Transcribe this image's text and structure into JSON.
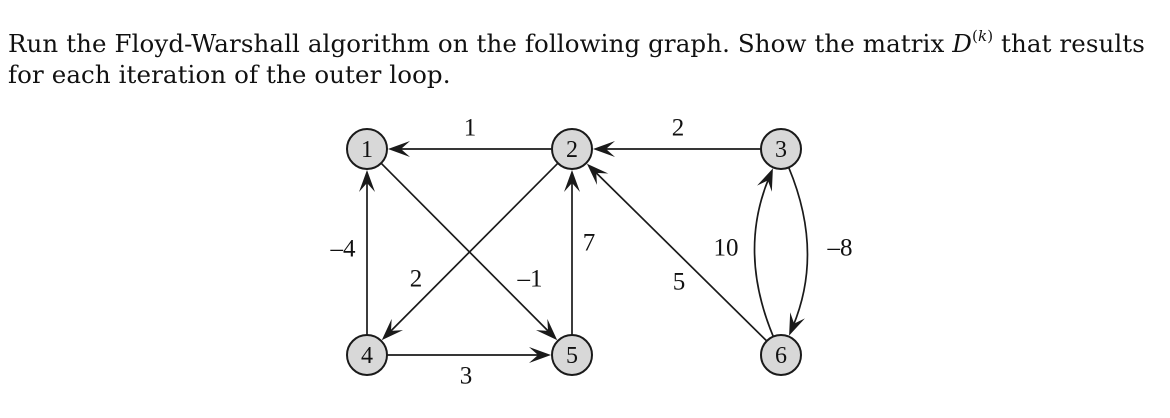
{
  "problem": {
    "text_before_math": "Run the Floyd-Warshall algorithm on the following graph. Show the matrix ",
    "math_symbol": "D",
    "math_superscript_open": "(",
    "math_superscript_var": "k",
    "math_superscript_close": ")",
    "text_after_math": " that results for each iteration of the outer loop."
  },
  "graph": {
    "colors": {
      "node_fill": "#d8d8d8",
      "node_stroke": "#1a1a1a",
      "edge": "#1a1a1a",
      "text": "#111111"
    },
    "nodes": [
      {
        "id": "1",
        "label": "1"
      },
      {
        "id": "2",
        "label": "2"
      },
      {
        "id": "3",
        "label": "3"
      },
      {
        "id": "4",
        "label": "4"
      },
      {
        "id": "5",
        "label": "5"
      },
      {
        "id": "6",
        "label": "6"
      }
    ],
    "edges": [
      {
        "from": "2",
        "to": "1",
        "weight": "1"
      },
      {
        "from": "3",
        "to": "2",
        "weight": "2"
      },
      {
        "from": "4",
        "to": "1",
        "weight": "–4"
      },
      {
        "from": "2",
        "to": "4",
        "weight": "2"
      },
      {
        "from": "1",
        "to": "5",
        "weight": "–1"
      },
      {
        "from": "5",
        "to": "2",
        "weight": "7"
      },
      {
        "from": "6",
        "to": "2",
        "weight": "5"
      },
      {
        "from": "6",
        "to": "3",
        "weight": "10"
      },
      {
        "from": "3",
        "to": "6",
        "weight": "–8"
      },
      {
        "from": "4",
        "to": "5",
        "weight": "3"
      }
    ]
  }
}
